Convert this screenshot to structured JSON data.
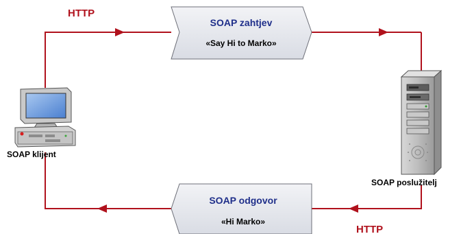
{
  "protocol_top": "HTTP",
  "protocol_bottom": "HTTP",
  "request": {
    "title": "SOAP zahtjev",
    "message": "«Say Hi to Marko»"
  },
  "response": {
    "title": "SOAP odgovor",
    "message": "«Hi Marko»"
  },
  "client_label": "SOAP klijent",
  "server_label": "SOAP poslužitelj",
  "colors": {
    "flow_line": "#b0111c",
    "protocol_text": "#b0111c",
    "message_title": "#1f2f8a",
    "message_text": "#000000",
    "message_fill": "#e4e6ec"
  }
}
